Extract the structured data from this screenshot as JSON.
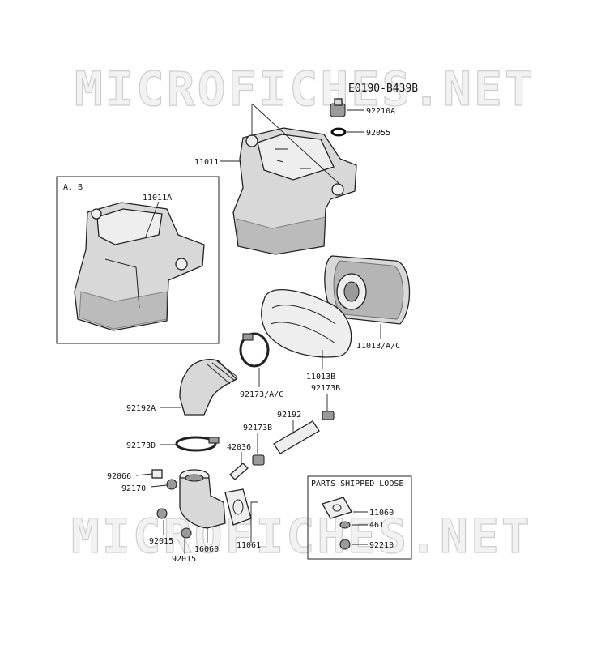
{
  "watermark": "MICROFICHES.NET",
  "diagram_code": "E0190-B439B",
  "inset_variant_label": "A, B",
  "parts_box_title": "PARTS SHIPPED LOOSE",
  "callouts": {
    "c92210A": "92210A",
    "c92055": "92055",
    "c11011": "11011",
    "c11011A": "11011A",
    "c11013AC": "11013/A/C",
    "c11013B": "11013B",
    "c92173AC": "92173/A/C",
    "c92173B_top": "92173B",
    "c92192A": "92192A",
    "c92192": "92192",
    "c92173B_mid": "92173B",
    "c92173D": "92173D",
    "c42036": "42036",
    "c92066": "92066",
    "c92170": "92170",
    "c92015_a": "92015",
    "c92015_b": "92015",
    "c16060": "16060",
    "c11061": "11061",
    "c11060": "11060",
    "c461": "461",
    "c92210": "92210"
  }
}
